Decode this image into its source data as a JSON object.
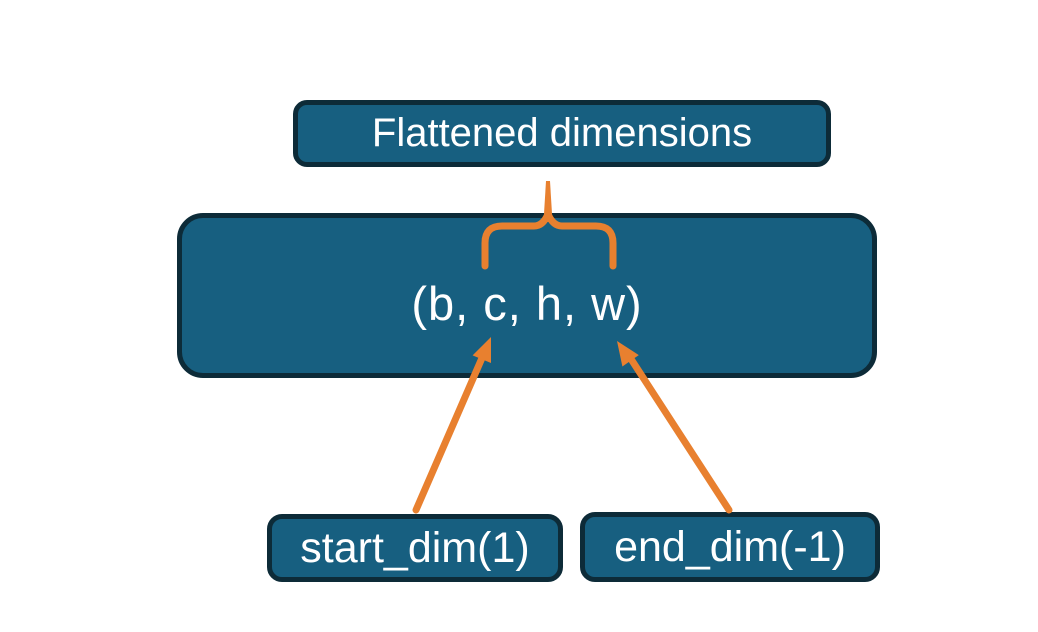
{
  "diagram": {
    "flattened_label": {
      "text": "Flattened dimensions"
    },
    "tensor_box": {
      "text": "(b, c, h, w)"
    },
    "start_dim_box": {
      "text": "start_dim(1)"
    },
    "end_dim_box": {
      "text": "end_dim(-1)"
    },
    "annotations": {
      "brace": "curly brace grouping dimensions c, h, w under 'Flattened dimensions'",
      "start_arrow": "arrow from start_dim(1) pointing to dimension c",
      "end_arrow": "arrow from end_dim(-1) pointing to dimension w"
    }
  },
  "colors": {
    "nodeFill": "#175F80",
    "nodeEdge": "#0D2B38",
    "accent": "#E8802F",
    "text": "#FFFFFF",
    "background": "#FFFFFF"
  }
}
